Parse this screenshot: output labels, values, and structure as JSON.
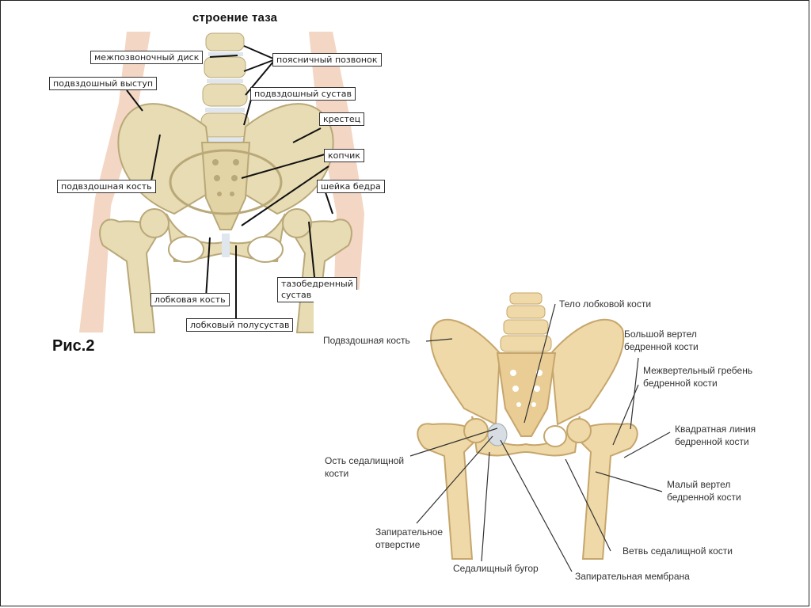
{
  "figure1": {
    "title": "строение таза",
    "caption": "Рис.2",
    "labels": {
      "intervertebral_disc": "межпозвоночный диск",
      "lumbar_vertebra": "поясничный позвонок",
      "iliac_crest": "подвздошный выступ",
      "iliac_joint": "подвздошный сустав",
      "sacrum": "крестец",
      "coccyx": "копчик",
      "ilium": "подвздошная кость",
      "femoral_neck": "шейка бедра",
      "hip_joint_line1": "тазобедренный",
      "hip_joint_line2": "сустав",
      "pubic_bone": "лобковая кость",
      "pubic_symphysis": "лобковый полусустав"
    }
  },
  "figure2": {
    "labels": {
      "pubic_body": "Тело лобковой кости",
      "ilium": "Подвздошная кость",
      "greater_trochanter_l1": "Большой вертел",
      "greater_trochanter_l2": "бедренной кости",
      "intertrochanteric_crest_l1": "Межвертельный гребень",
      "intertrochanteric_crest_l2": "бедренной кости",
      "quadrate_line_l1": "Квадратная линия",
      "quadrate_line_l2": "бедренной кости",
      "ischial_spine_l1": "Ость седалищной",
      "ischial_spine_l2": "кости",
      "lesser_trochanter_l1": "Малый вертел",
      "lesser_trochanter_l2": "бедренной кости",
      "obturator_foramen_l1": "Запирательное",
      "obturator_foramen_l2": "отверстие",
      "ischial_ramus": "Ветвь седалищной кости",
      "ischial_tuberosity": "Седалищный бугор",
      "obturator_membrane": "Запирательная мембрана"
    }
  },
  "colors": {
    "bone": "#e8dcb4",
    "bone_shade": "#c9b98a",
    "skin": "#f3d6c4",
    "bone2": "#efd9a8",
    "bone2_shade": "#d2b47a",
    "frame": "#222222"
  }
}
